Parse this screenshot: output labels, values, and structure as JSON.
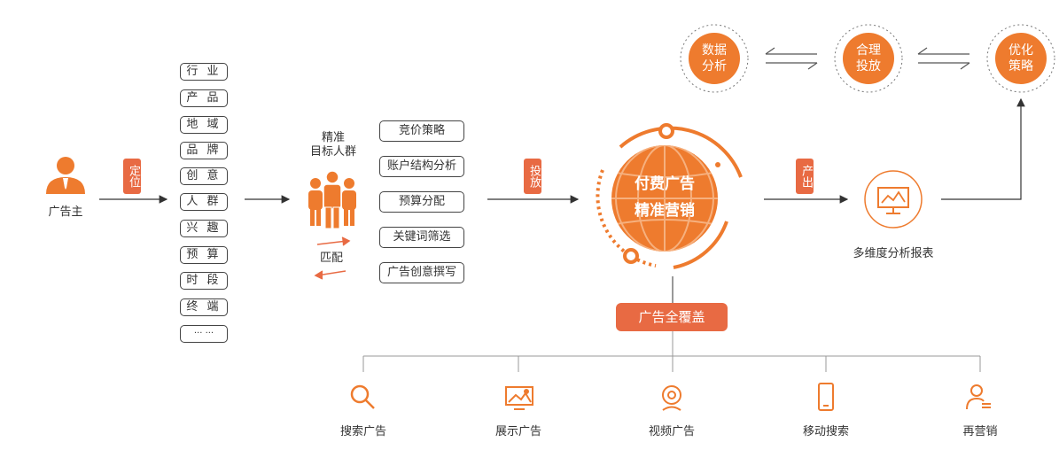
{
  "advertiser": "广告主",
  "positioning_badge": "定位",
  "targeting_tags": [
    "行 业",
    "产 品",
    "地 域",
    "品 牌",
    "创 意",
    "人 群",
    "兴 趣",
    "预 算",
    "时 段",
    "终 端",
    "··· ···"
  ],
  "target_group_label_1": "精准",
  "target_group_label_2": "目标人群",
  "match_label": "匹配",
  "strategies": [
    "竞价策略",
    "账户结构分析",
    "预算分配",
    "关键词筛选",
    "广告创意撰写"
  ],
  "launch_badge": "投放",
  "globe_line1": "付费广告",
  "globe_line2": "精准营销",
  "output_badge": "产出",
  "report_label": "多维度分析报表",
  "cycle": [
    {
      "line1": "数据",
      "line2": "分析"
    },
    {
      "line1": "合理",
      "line2": "投放"
    },
    {
      "line1": "优化",
      "line2": "策略"
    }
  ],
  "coverage_label": "广告全覆盖",
  "channels": [
    {
      "label": "搜索广告",
      "icon": "search-icon"
    },
    {
      "label": "展示广告",
      "icon": "image-display-icon"
    },
    {
      "label": "视频广告",
      "icon": "webcam-icon"
    },
    {
      "label": "移动搜索",
      "icon": "mobile-phone-icon"
    },
    {
      "label": "再营销",
      "icon": "user-retarget-icon"
    }
  ],
  "colors": {
    "accent": "#ee7b2e",
    "badge": "#e86a43",
    "line": "#333333"
  }
}
